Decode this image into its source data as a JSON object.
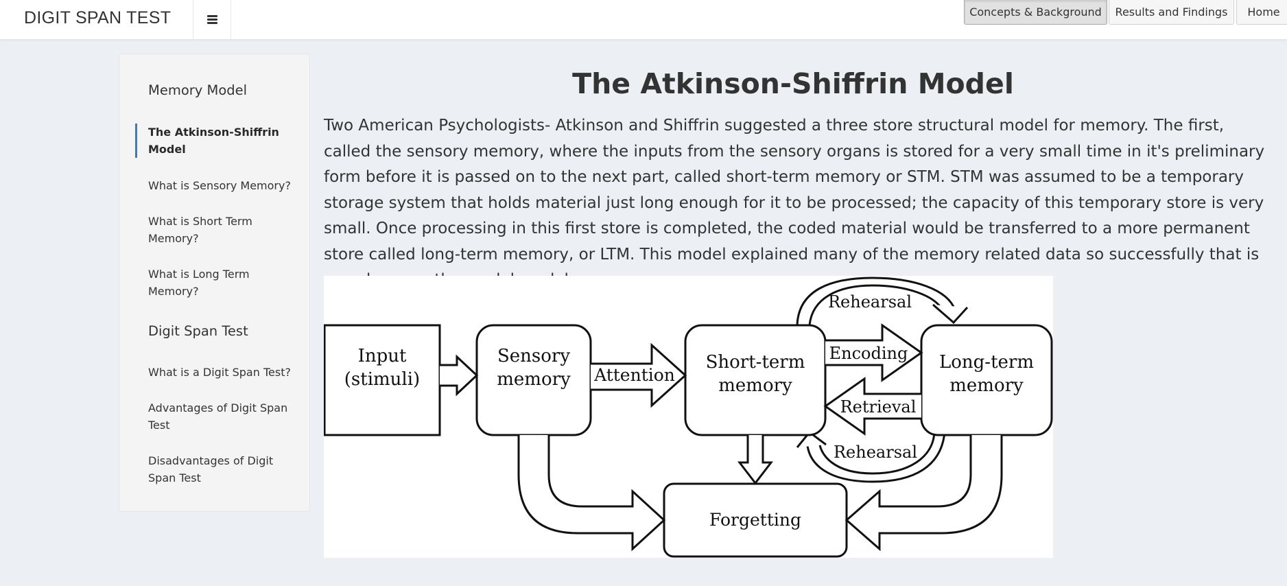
{
  "navbar": {
    "brand": "DIGIT SPAN TEST",
    "menu_icon": "hamburger-icon",
    "buttons": [
      "Concepts & Background",
      "Results and Findings",
      "Home"
    ],
    "active_button": "Concepts & Background"
  },
  "sidebar": {
    "sections": [
      {
        "header": "Memory Model",
        "items": [
          "The Atkinson-Shiffrin Model",
          "What is Sensory Memory?",
          "What is Short Term Memory?",
          "What is Long Term Memory?"
        ]
      },
      {
        "header": "Digit Span Test",
        "items": [
          "What is a Digit Span Test?",
          "Advantages of Digit Span Test",
          "Disadvantages of Digit Span Test"
        ]
      }
    ],
    "active_item": "The Atkinson-Shiffrin Model"
  },
  "main": {
    "title": "The Atkinson-Shiffrin Model",
    "paragraph": "Two American Psychologists- Atkinson and Shiffrin suggested a three store structural model for memory. The first, called the sensory memory, where the inputs from the sensory organs is stored for a very small time in it's preliminary form before it is passed on to the next part, called short-term memory or STM. STM was assumed to be a temporary storage system that holds material just long enough for it to be processed; the capacity of this temporary store is very small. Once processing in this first store is completed, the coded material would be transferred to a more permanent store called long-term memory, or LTM. This model explained many of the memory related data so successfully that is soon became the modal model.",
    "diagram": {
      "input_line1": "Input",
      "input_line2": "(stimuli)",
      "sensory_line1": "Sensory",
      "sensory_line2": "memory",
      "attention": "Attention",
      "stm_line1": "Short-term",
      "stm_line2": "memory",
      "ltm_line1": "Long-term",
      "ltm_line2": "memory",
      "encoding": "Encoding",
      "retrieval": "Retrieval",
      "rehearsal_top": "Rehearsal",
      "rehearsal_bottom": "Rehearsal",
      "forgetting": "Forgetting"
    }
  }
}
